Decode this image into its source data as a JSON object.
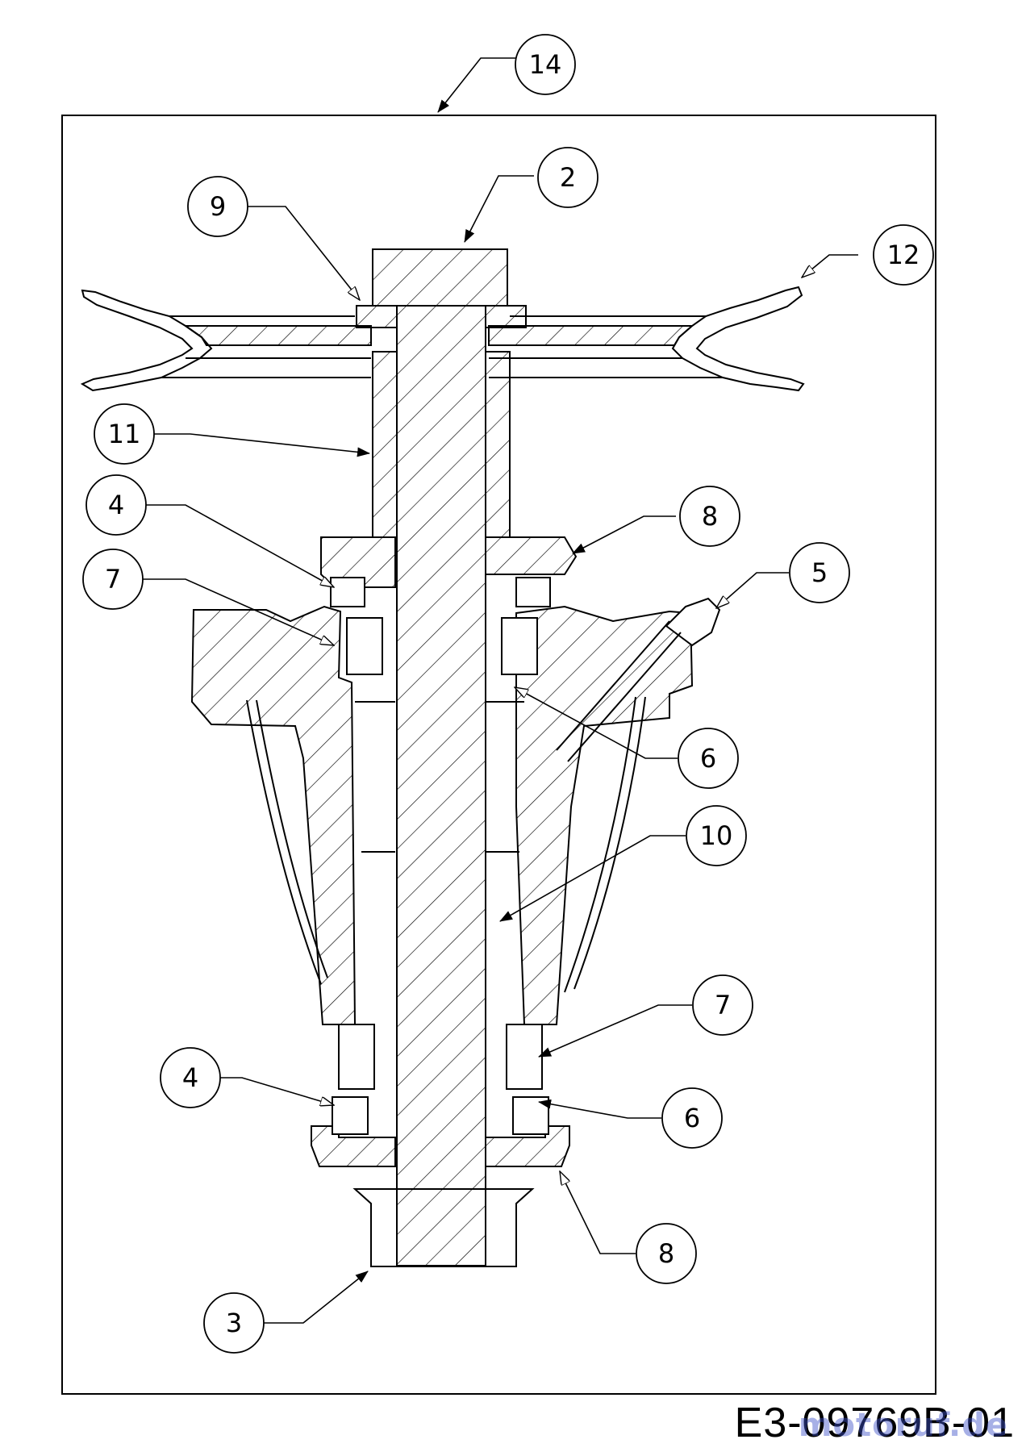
{
  "drawing_code": "E3-09769B-01",
  "watermark": "motoruf.de",
  "callouts": {
    "c14": "14",
    "c2": "2",
    "c9": "9",
    "c12": "12",
    "c11": "11",
    "c4a": "4",
    "c8a": "8",
    "c7a": "7",
    "c5": "5",
    "c6a": "6",
    "c10": "10",
    "c7b": "7",
    "c4b": "4",
    "c6b": "6",
    "c8b": "8",
    "c3": "3"
  }
}
